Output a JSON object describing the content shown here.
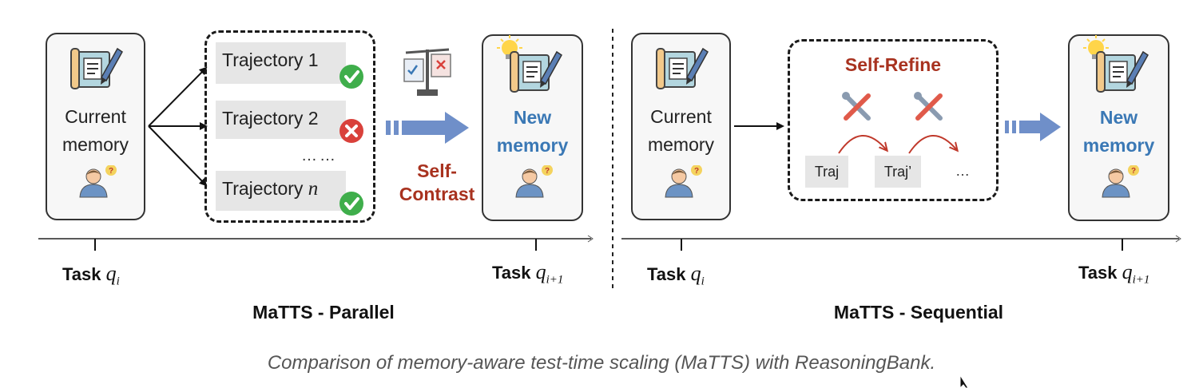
{
  "parallel": {
    "current_memory": {
      "line1": "Current",
      "line2": "memory"
    },
    "trajectories": [
      "Trajectory 1",
      "Trajectory 2",
      "Trajectory"
    ],
    "trajectory_n": "n",
    "ellipsis": "……",
    "method_line1": "Self-",
    "method_line2": "Contrast",
    "new_memory": {
      "line1": "New",
      "line2": "memory"
    },
    "task_start": {
      "label": "Task",
      "var": "q",
      "sub": "i"
    },
    "task_end": {
      "label": "Task",
      "var": "q",
      "sub": "i+1"
    },
    "title": "MaTTS - Parallel"
  },
  "sequential": {
    "current_memory": {
      "line1": "Current",
      "line2": "memory"
    },
    "method": "Self-Refine",
    "traj1": "Traj",
    "traj2": "Traj’",
    "ellipsis": "…",
    "new_memory": {
      "line1": "New",
      "line2": "memory"
    },
    "task_start": {
      "label": "Task",
      "var": "q",
      "sub": "i"
    },
    "task_end": {
      "label": "Task",
      "var": "q",
      "sub": "i+1"
    },
    "title": "MaTTS - Sequential"
  },
  "caption": "Comparison of memory-aware test-time scaling (MaTTS) with ReasoningBank.",
  "colors": {
    "new_memory": "#3a78b5",
    "method": "#a8321f",
    "check": "#3fae4b",
    "cross": "#d9413b",
    "arrow": "#6f8fc9"
  }
}
